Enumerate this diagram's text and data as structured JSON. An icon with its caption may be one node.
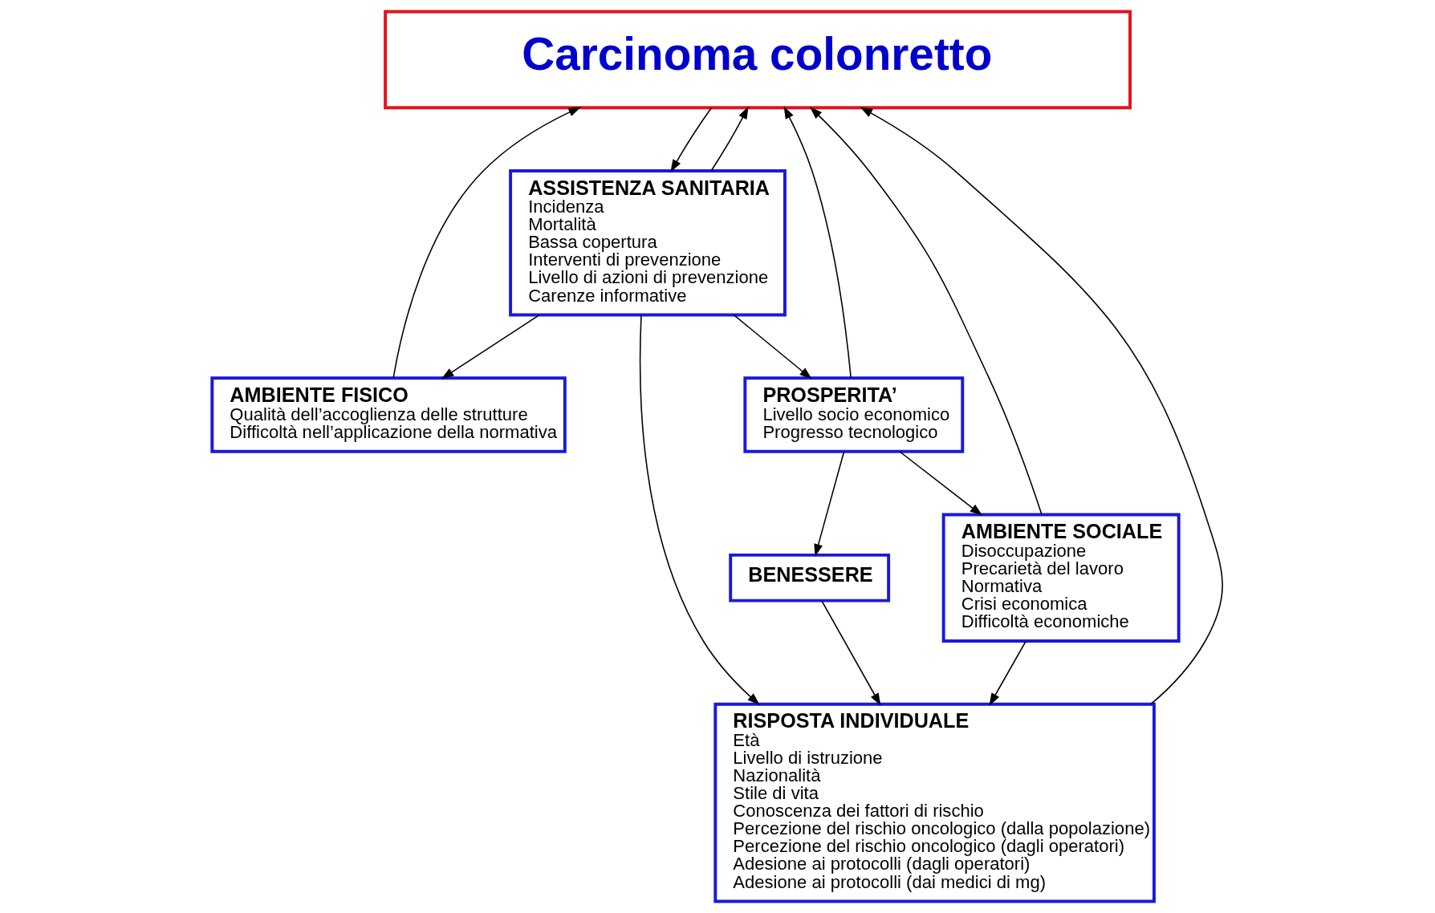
{
  "diagram": {
    "nodes": [
      {
        "text": [
          "Carcinoma colonretto"
        ]
      },
      {
        "text": [
          "AMBIENTE SOCIALE",
          "Disoccupazione",
          "Precarietà del lavoro",
          "Normativa",
          "Crisi economica",
          "Difficoltà economiche"
        ]
      },
      {
        "text": [
          "AMBIENTE FISICO",
          "Qualità dell’accoglienza delle strutture",
          "Difficoltà nell’applicazione della normativa"
        ]
      },
      {
        "text": [
          "ASSISTENZA SANITARIA",
          "Incidenza",
          "Mortalità",
          "Bassa copertura",
          "Interventi di prevenzione",
          "Livello di azioni di prevenzione",
          "Carenze informative"
        ]
      },
      {
        "text": [
          "RISPOSTA INDIVIDUALE",
          "Età",
          "Livello di istruzione",
          "Nazionalità",
          "Stile di vita",
          "Conoscenza dei fattori di rischio",
          "Percezione del rischio oncologico (dalla popolazione)",
          "Percezione del rischio oncologico (dagli operatori)",
          "Adesione ai protocolli (dagli operatori)",
          "Adesione ai protocolli (dai medici di mg)"
        ]
      },
      {
        "text": [
          "BENESSERE"
        ]
      },
      {
        "text": [
          "PROSPERITA’",
          "Livello socio economico",
          "Progresso tecnologico"
        ]
      }
    ],
    "edges": [
      {
        "from": 1,
        "to": 0,
        "arrow": "to"
      },
      {
        "from": 4,
        "to": 0,
        "arrow": "to"
      },
      {
        "from": 2,
        "to": 0,
        "arrow": "to"
      },
      {
        "from": 6,
        "to": 0,
        "arrow": "to"
      },
      {
        "from": 3,
        "to": 0,
        "arrow": "to"
      },
      {
        "from": 0,
        "to": 3,
        "arrow": "to"
      },
      {
        "from": 1,
        "to": 4,
        "arrow": "to"
      },
      {
        "from": 3,
        "to": 2,
        "arrow": "to"
      },
      {
        "from": 6,
        "to": 1,
        "arrow": "to"
      },
      {
        "from": 3,
        "to": 4,
        "arrow": "to"
      },
      {
        "from": 3,
        "to": 6,
        "arrow": "to"
      },
      {
        "from": 6,
        "to": 5,
        "arrow": "to"
      },
      {
        "from": 5,
        "to": 4,
        "arrow": "to"
      }
    ]
  }
}
